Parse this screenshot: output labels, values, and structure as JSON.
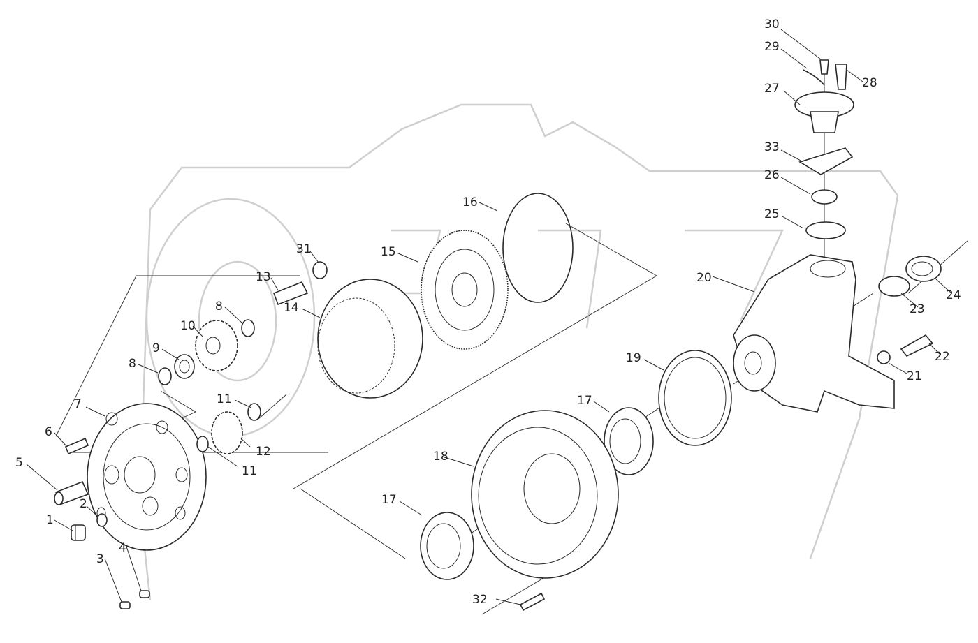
{
  "diagram": {
    "callouts": [
      {
        "id": "c30",
        "label": "30"
      },
      {
        "id": "c29",
        "label": "29"
      },
      {
        "id": "c28",
        "label": "28"
      },
      {
        "id": "c27",
        "label": "27"
      },
      {
        "id": "c33",
        "label": "33"
      },
      {
        "id": "c26",
        "label": "26"
      },
      {
        "id": "c25",
        "label": "25"
      },
      {
        "id": "c24",
        "label": "24"
      },
      {
        "id": "c23",
        "label": "23"
      },
      {
        "id": "c20",
        "label": "20"
      },
      {
        "id": "c22",
        "label": "22"
      },
      {
        "id": "c21",
        "label": "21"
      },
      {
        "id": "c16",
        "label": "16"
      },
      {
        "id": "c15",
        "label": "15"
      },
      {
        "id": "c31",
        "label": "31"
      },
      {
        "id": "c13",
        "label": "13"
      },
      {
        "id": "c14",
        "label": "14"
      },
      {
        "id": "c8a",
        "label": "8"
      },
      {
        "id": "c10",
        "label": "10"
      },
      {
        "id": "c9",
        "label": "9"
      },
      {
        "id": "c8b",
        "label": "8"
      },
      {
        "id": "c19",
        "label": "19"
      },
      {
        "id": "c17a",
        "label": "17"
      },
      {
        "id": "c11a",
        "label": "11"
      },
      {
        "id": "c12",
        "label": "12"
      },
      {
        "id": "c11b",
        "label": "11"
      },
      {
        "id": "c7",
        "label": "7"
      },
      {
        "id": "c6",
        "label": "6"
      },
      {
        "id": "c5",
        "label": "5"
      },
      {
        "id": "c2",
        "label": "2"
      },
      {
        "id": "c1",
        "label": "1"
      },
      {
        "id": "c4",
        "label": "4"
      },
      {
        "id": "c3",
        "label": "3"
      },
      {
        "id": "c18",
        "label": "18"
      },
      {
        "id": "c17b",
        "label": "17"
      },
      {
        "id": "c32",
        "label": "32"
      }
    ]
  },
  "icons": {
    "watermark": "gear-logo-watermark-icon"
  }
}
